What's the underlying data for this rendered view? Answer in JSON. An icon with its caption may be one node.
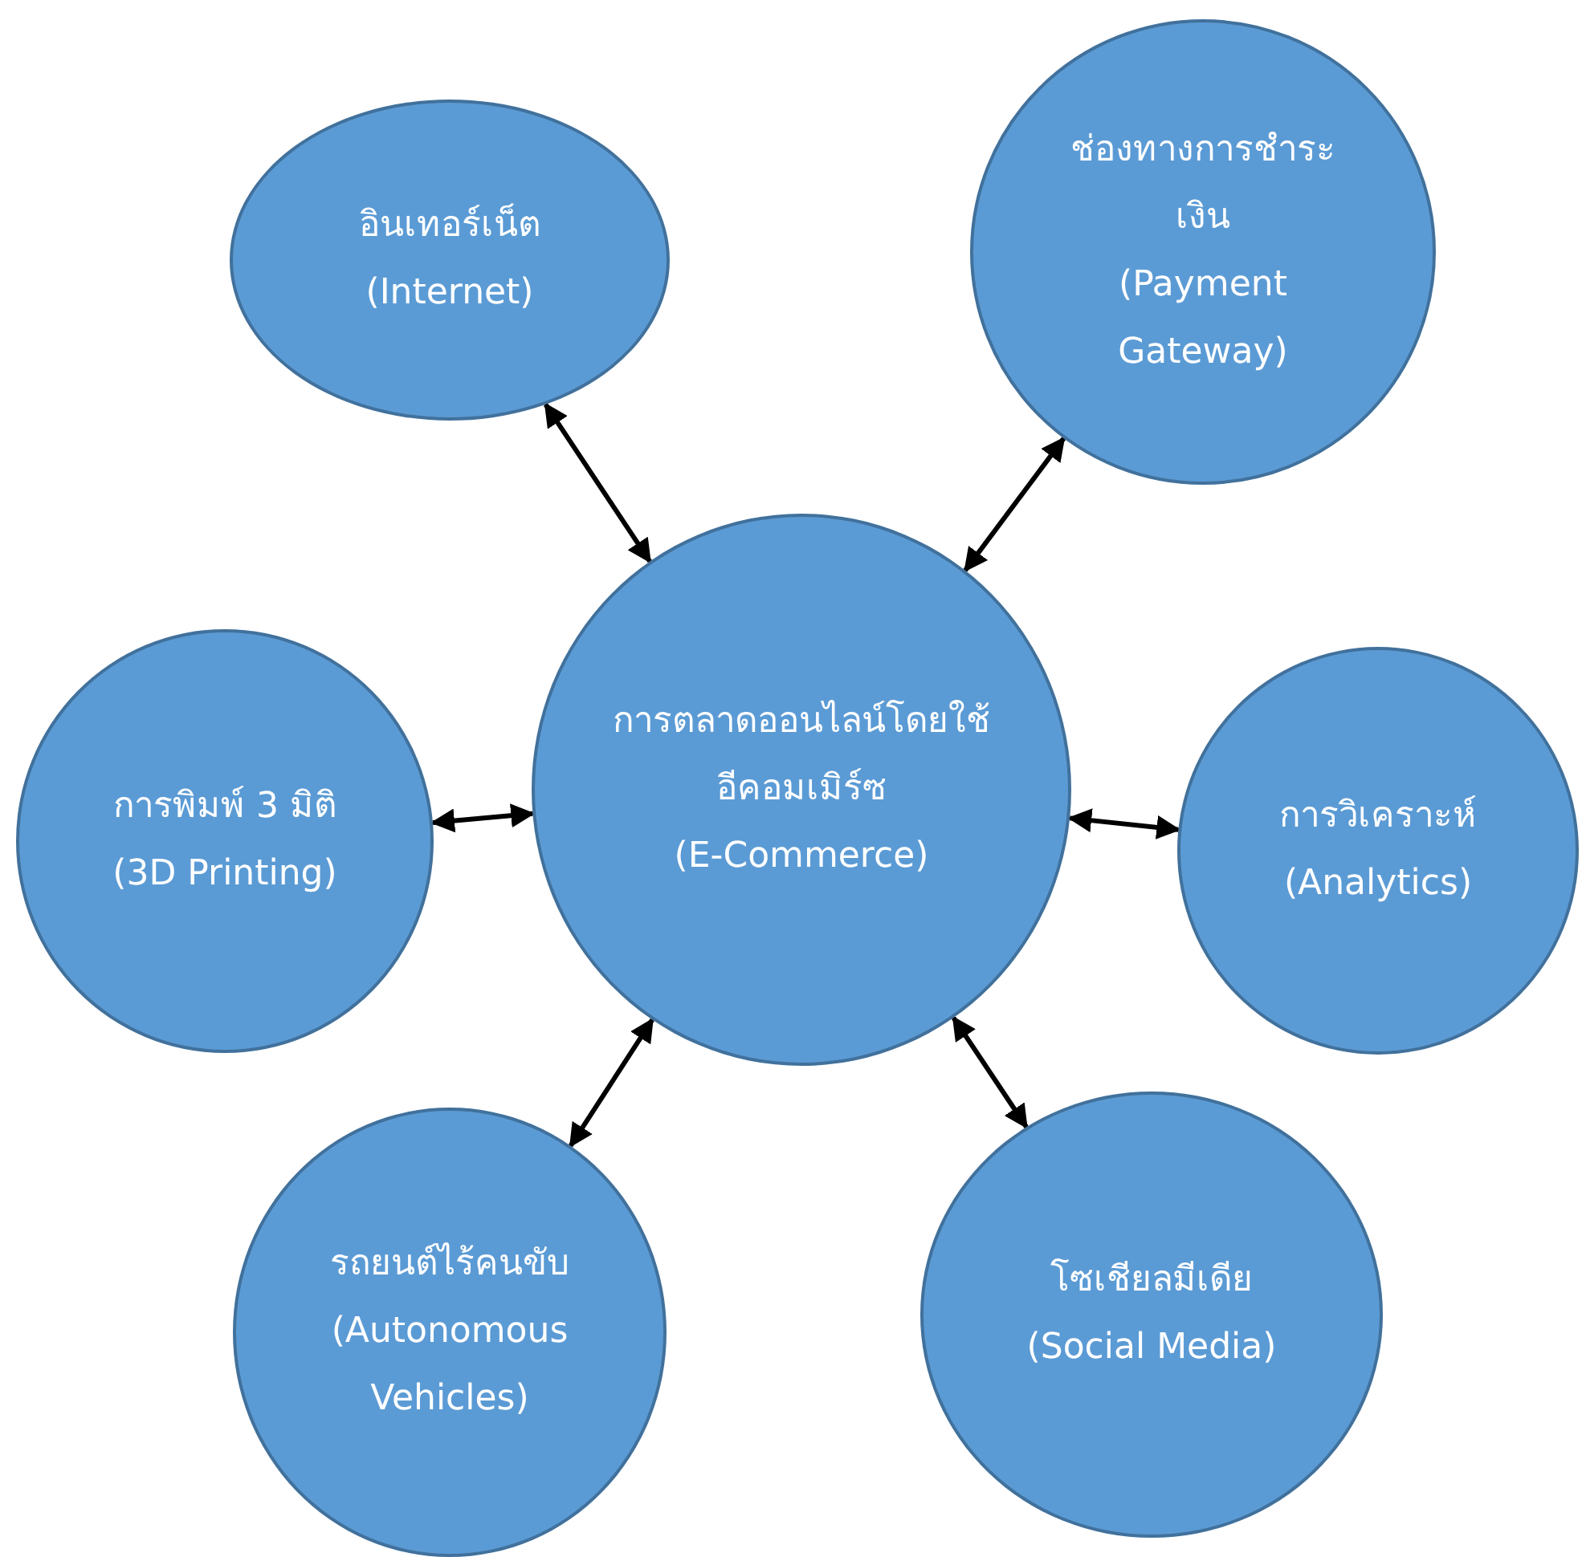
{
  "diagram": {
    "nodes": [
      {
        "text": [
          "อินเทอร์เน็ต",
          "(Internet)"
        ]
      },
      {
        "text": [
          "ช่องทางการชำระเงิน",
          "(Payment Gateway)"
        ]
      },
      {
        "text": [
          "การพิมพ์ 3 มิติ (3D Printing)"
        ]
      },
      {
        "text": [
          "การตลาดออนไลน์โดยใช้อีคอมเมิร์ซ",
          "(E-Commerce)"
        ]
      },
      {
        "text": [
          "การวิเคราะห์",
          "(Analytics)"
        ]
      },
      {
        "text": [
          "รถยนต์ไร้คนขับ",
          "(Autonomous Vehicles)"
        ]
      },
      {
        "text": [
          "โซเชียลมีเดีย",
          "(Social Media)"
        ]
      }
    ],
    "edges": [
      {
        "from": 3,
        "to": 0,
        "arrow": "both"
      },
      {
        "from": 3,
        "to": 1,
        "arrow": "both"
      },
      {
        "from": 3,
        "to": 2,
        "arrow": "both"
      },
      {
        "from": 3,
        "to": 4,
        "arrow": "both"
      },
      {
        "from": 3,
        "to": 5,
        "arrow": "both"
      },
      {
        "from": 3,
        "to": 6,
        "arrow": "both"
      }
    ]
  }
}
